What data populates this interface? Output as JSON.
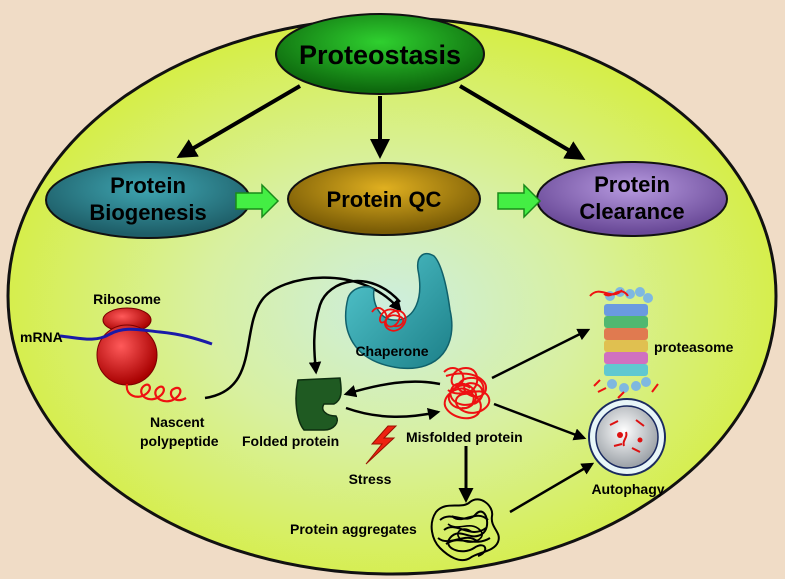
{
  "title": "Proteostasis",
  "stages": [
    {
      "id": "biogenesis",
      "line1": "Protein",
      "line2": "Biogenesis"
    },
    {
      "id": "qc",
      "line1": "Protein QC"
    },
    {
      "id": "clearance",
      "line1": "Protein",
      "line2": "Clearance"
    }
  ],
  "labels": {
    "ribosome": "Ribosome",
    "mrna": "mRNA",
    "nascent_line1": "Nascent",
    "nascent_line2": "polypeptide",
    "chaperone": "Chaperone",
    "folded": "Folded protein",
    "misfolded": "Misfolded protein",
    "stress": "Stress",
    "proteasome": "proteasome",
    "autophagy": "Autophagy",
    "aggregates": "Protein aggregates"
  },
  "colors": {
    "background": "#f0dcc6",
    "outer_ellipse": "#d8f048",
    "proteostasis": "#1c8a1c",
    "biogenesis": "#2c7f8a",
    "qc": "#b08a10",
    "clearance": "#8a6ab8",
    "green_arrow": "#44ee44",
    "chaperone": "#2fa8b0",
    "folded_protein": "#1f5a22",
    "misfolded_protein": "#ee1111",
    "ribosome": "#dd1111",
    "mrna": "#1a1aa8",
    "stress": "#ee2211"
  }
}
